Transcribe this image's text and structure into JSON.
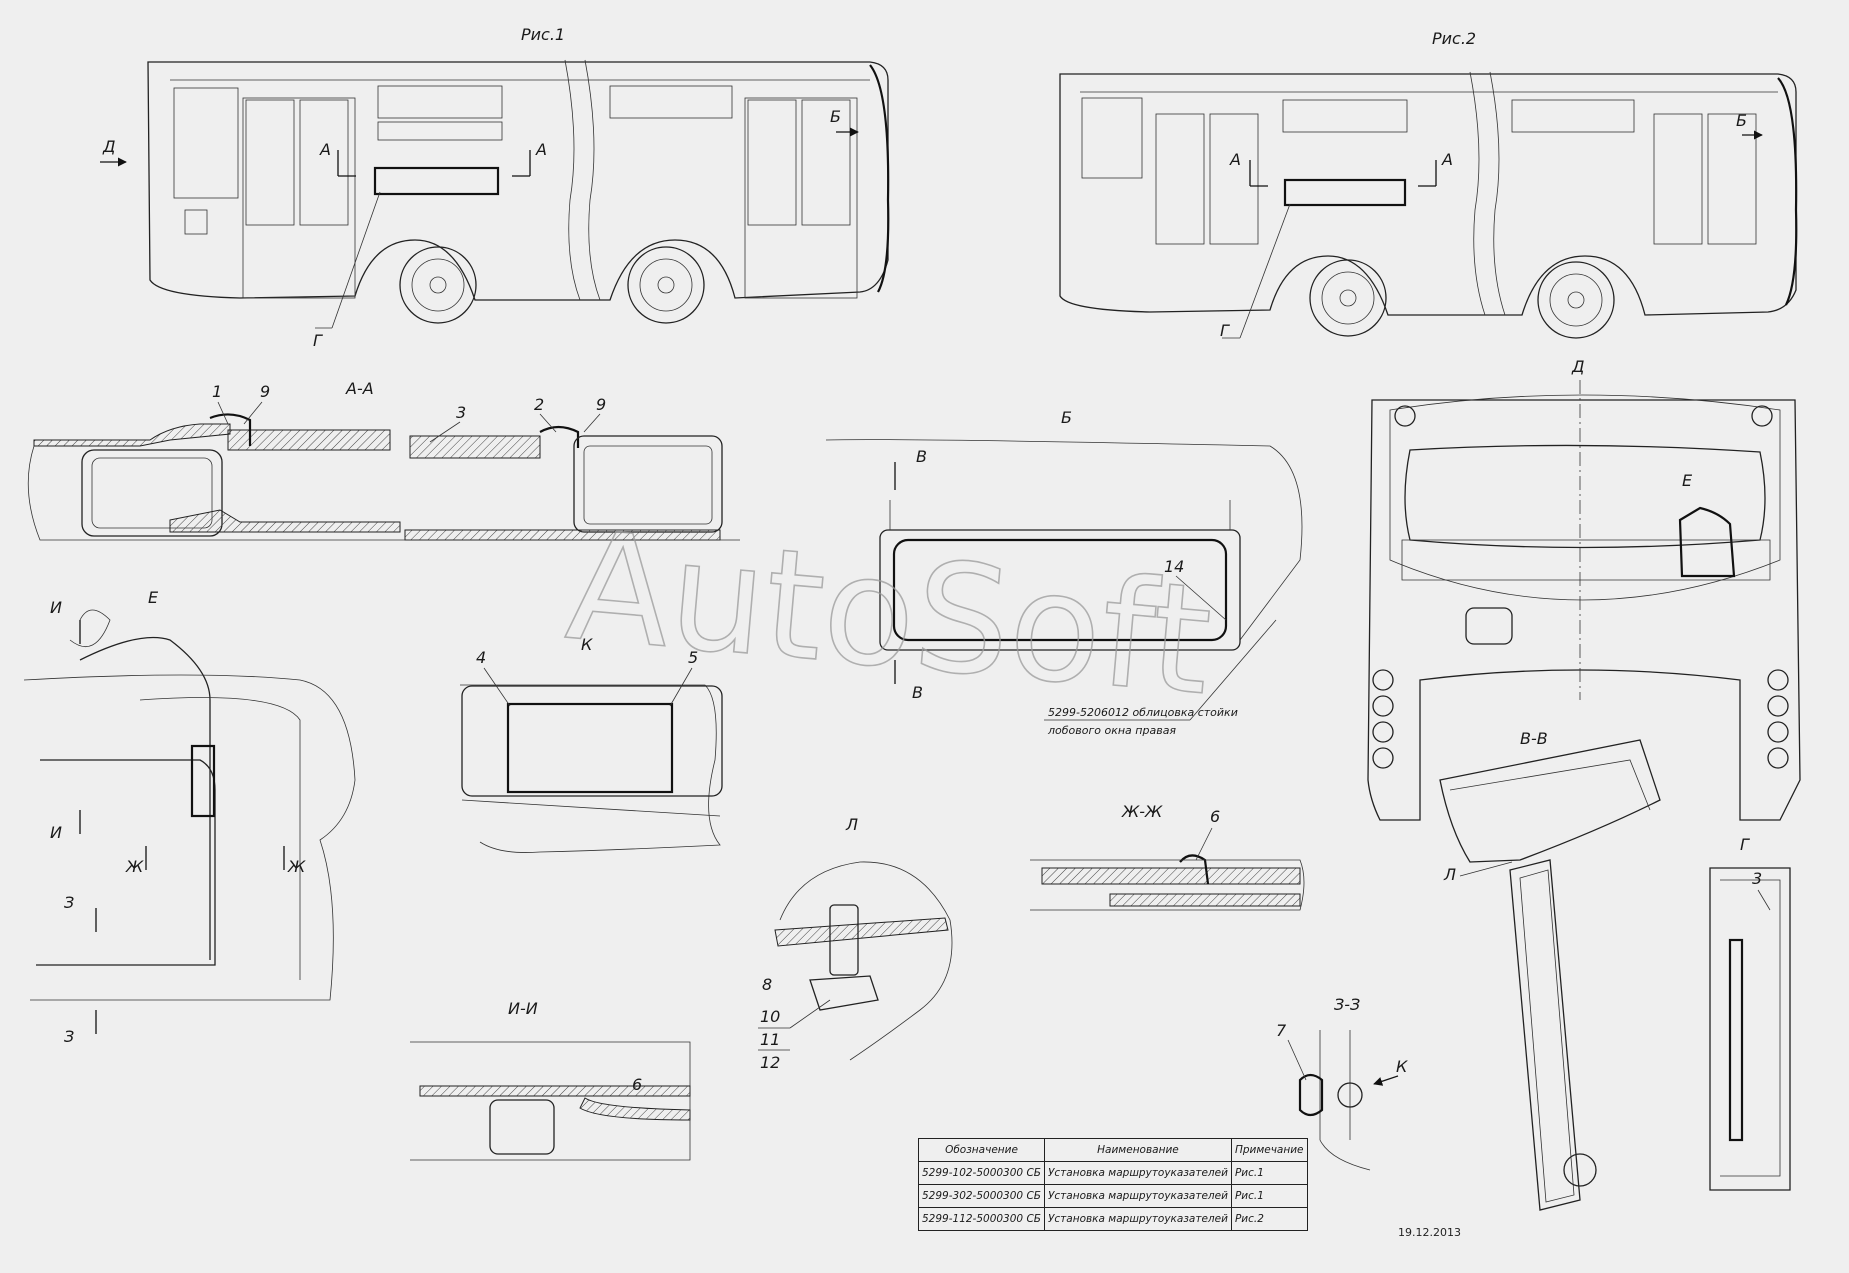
{
  "figures": {
    "fig1": "Рис.1",
    "fig2": "Рис.2"
  },
  "views": {
    "aa": "А-А",
    "b": "Б",
    "d": "Д",
    "e": "Е",
    "k": "К",
    "vv": "В-В",
    "l": "Л",
    "zhzh": "Ж-Ж",
    "g": "Г",
    "ii": "И-И",
    "zz": "З-З"
  },
  "markers": {
    "a": "А",
    "b": "Б",
    "d": "Д",
    "g": "Г",
    "v": "В",
    "e": "Е",
    "i": "И",
    "zh": "Ж",
    "z": "З",
    "k": "К",
    "l": "Л"
  },
  "callouts": [
    "1",
    "2",
    "3",
    "4",
    "5",
    "6",
    "7",
    "8",
    "9",
    "10",
    "11",
    "12",
    "14"
  ],
  "part_note": {
    "line1": "5299-5206012 облицовка стойки",
    "line2": "лобового окна правая"
  },
  "watermark": "AutoSoft",
  "table": {
    "headers": [
      "Обозначение",
      "Наименование",
      "Примечание"
    ],
    "rows": [
      [
        "5299-102-5000300 СБ",
        "Установка маршрутоуказателей",
        "Рис.1"
      ],
      [
        "5299-302-5000300 СБ",
        "Установка маршрутоуказателей",
        "Рис.1"
      ],
      [
        "5299-112-5000300 СБ",
        "Установка маршрутоуказателей",
        "Рис.2"
      ]
    ]
  },
  "date": "19.12.2013"
}
